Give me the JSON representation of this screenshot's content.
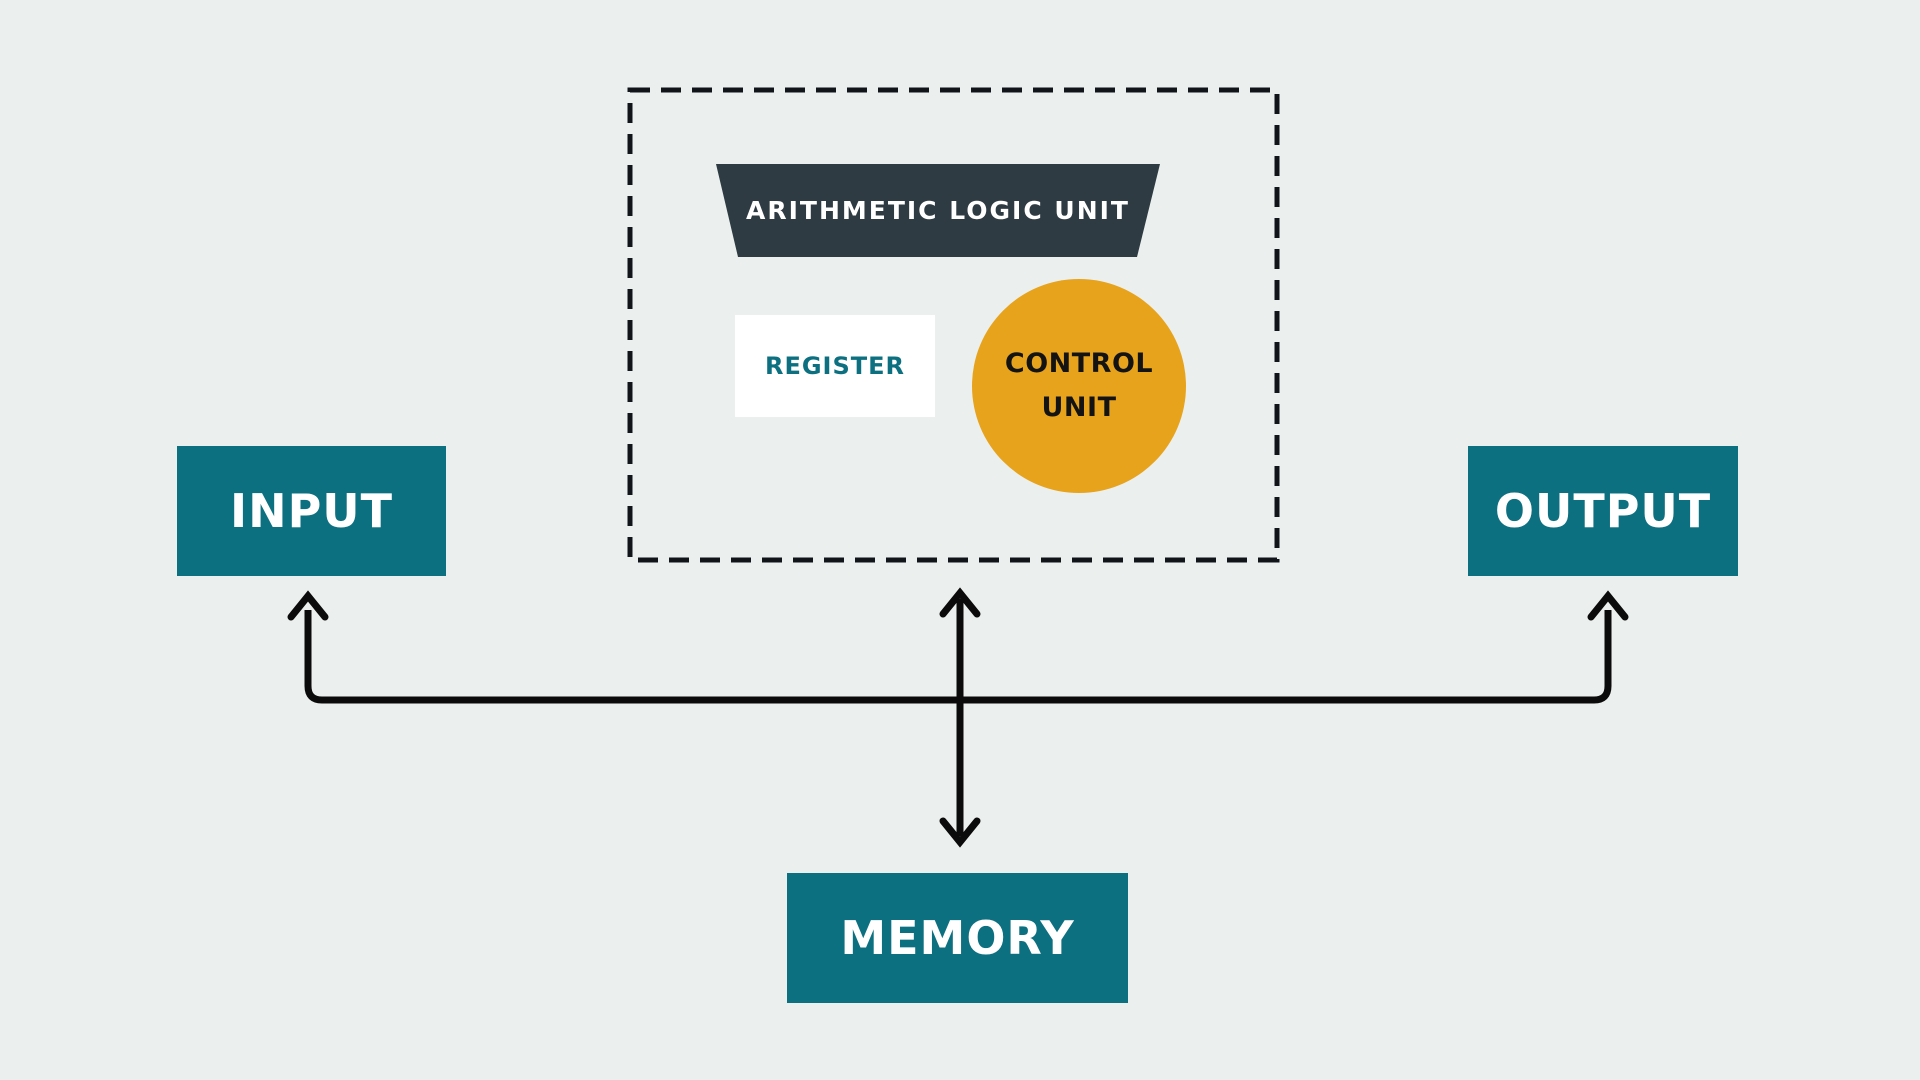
{
  "diagram": {
    "subject": "CPU architecture block diagram",
    "cpu": {
      "alu": {
        "label": "ARITHMETIC LOGIC UNIT"
      },
      "register": {
        "label": "REGISTER"
      },
      "control_unit": {
        "label": "CONTROL UNIT"
      }
    },
    "nodes": {
      "input": {
        "label": "INPUT"
      },
      "output": {
        "label": "OUTPUT"
      },
      "memory": {
        "label": "MEMORY"
      }
    },
    "connections": [
      "bus connects INPUT, CPU, OUTPUT and MEMORY with arrowheads toward INPUT, OUTPUT, CPU and MEMORY"
    ],
    "colors": {
      "background": "#EBF0EF",
      "teal": "#0C7080",
      "dark_slate": "#2F3B42",
      "orange": "#E8A31D",
      "arrow_black": "#0B0B0B",
      "white": "#FFFFFF"
    }
  }
}
